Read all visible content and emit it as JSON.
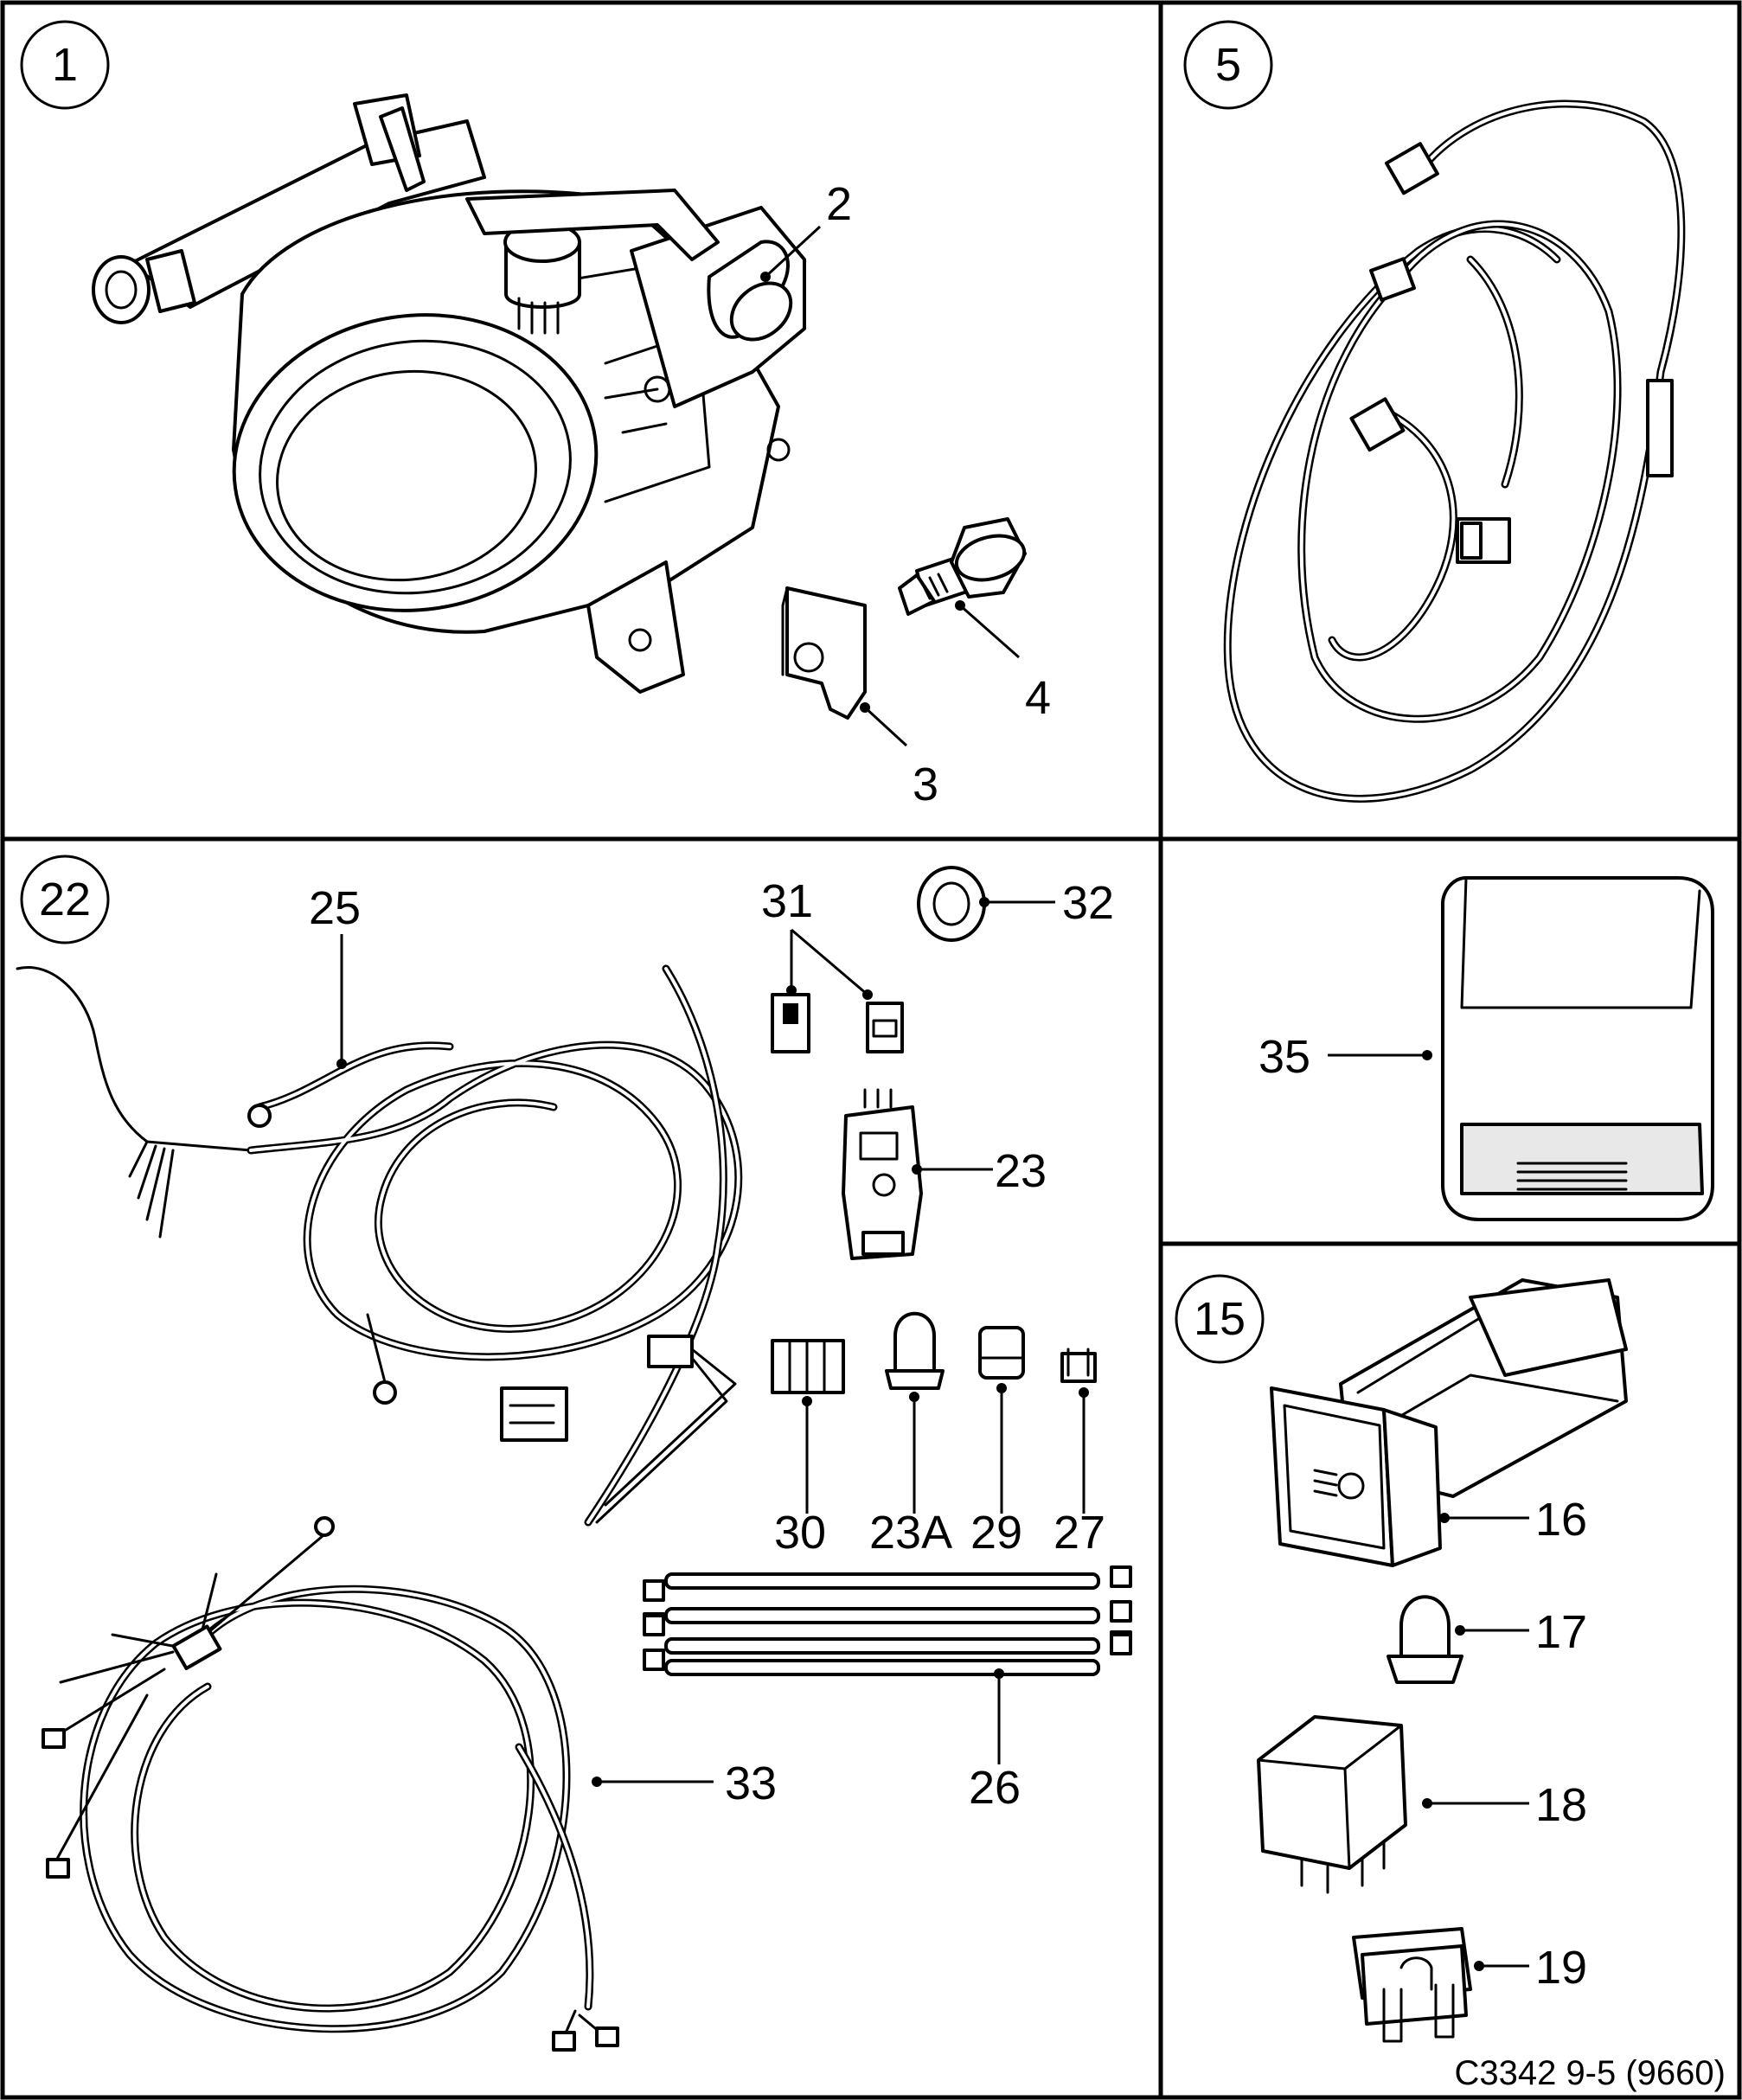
{
  "panels": {
    "p1": {
      "badge": "1"
    },
    "p5": {
      "badge": "5"
    },
    "p22": {
      "badge": "22"
    },
    "p15": {
      "badge": "15"
    }
  },
  "callouts": {
    "c2": "2",
    "c3": "3",
    "c4": "4",
    "c16": "16",
    "c17": "17",
    "c18": "18",
    "c19": "19",
    "c23": "23",
    "c23a": "23A",
    "c25": "25",
    "c26": "26",
    "c27": "27",
    "c29": "29",
    "c30": "30",
    "c31": "31",
    "c32": "32",
    "c33": "33",
    "c35": "35"
  },
  "footer": {
    "code": "C3342 9-5 (9660)"
  }
}
